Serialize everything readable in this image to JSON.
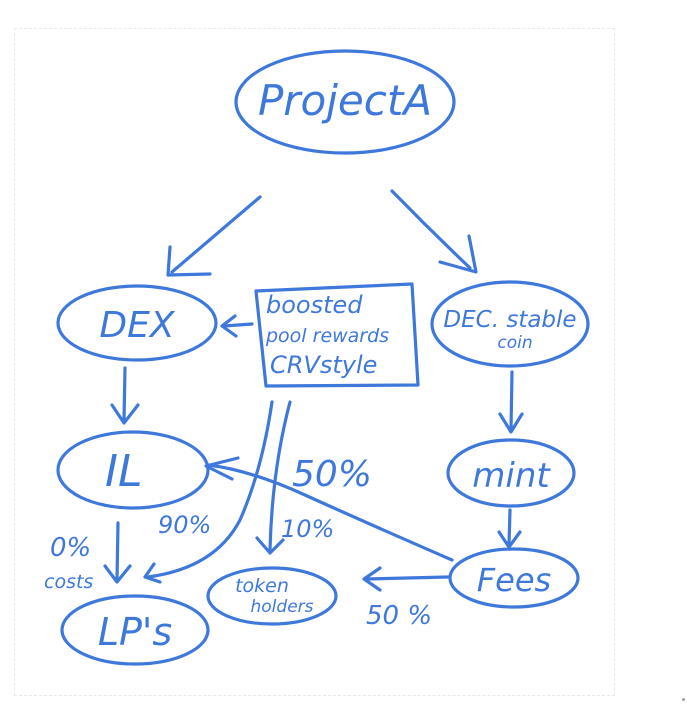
{
  "ink_color": "#3f78db",
  "nodes": {
    "project": "ProjectA",
    "dex": "DEX",
    "boosted_line1": "boosted",
    "boosted_line2": "pool rewards",
    "boosted_line3": "CRVstyle",
    "stable_line1": "DEC. stable",
    "stable_line2": "coin",
    "il": "IL",
    "mint": "mint",
    "fees": "Fees",
    "lps": "LP's",
    "token_holders_line1": "token",
    "token_holders_line2": "holders"
  },
  "labels": {
    "zero_pct": "0%",
    "costs": "costs",
    "ninety_pct": "90%",
    "ten_pct": "10%",
    "fifty_pct_top": "50%",
    "fifty_pct_bottom": "50 %"
  }
}
